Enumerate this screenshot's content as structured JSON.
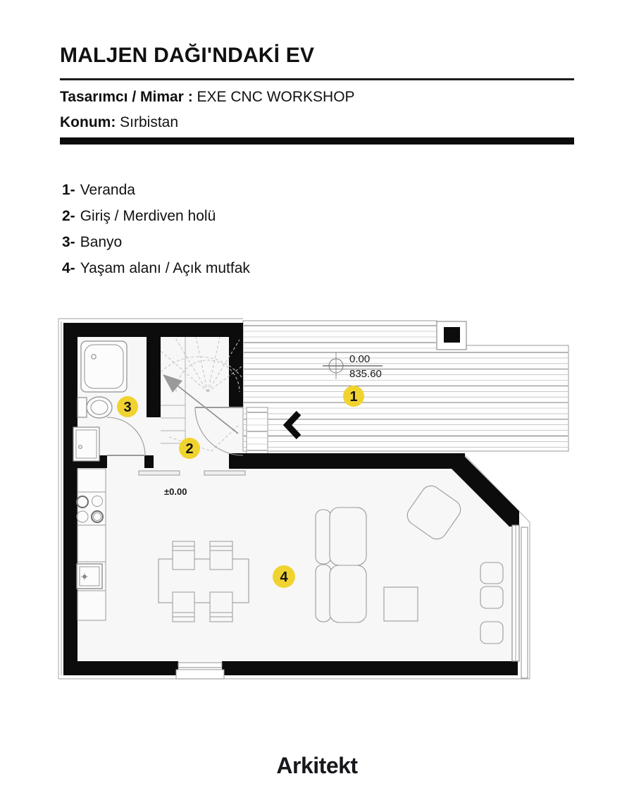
{
  "header": {
    "title": "MALJEN DAĞI'NDAKİ EV",
    "designer_label": "Tasarımcı / Mimar :",
    "designer_value": " EXE CNC WORKSHOP",
    "location_label": "Konum:",
    "location_value": " Sırbistan"
  },
  "legend": [
    {
      "num": "1-",
      "label": "Veranda"
    },
    {
      "num": "2-",
      "label": "Giriş / Merdiven holü"
    },
    {
      "num": "3-",
      "label": "Banyo"
    },
    {
      "num": "4-",
      "label": "Yaşam alanı / Açık mutfak"
    }
  ],
  "plan": {
    "marker_color": "#F1D32F",
    "markers": [
      {
        "num": "1"
      },
      {
        "num": "2"
      },
      {
        "num": "3"
      },
      {
        "num": "4"
      }
    ],
    "deck_elevation_upper": "0.00",
    "deck_elevation_lower": "835.60",
    "floor_elevation": "±0.00"
  },
  "footer": {
    "logo_text": "Arkitekt"
  }
}
